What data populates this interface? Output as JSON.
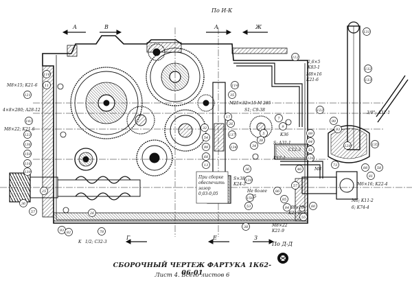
{
  "title": "СБОРОЧНЫЙ ЧЕРТЕЖ ФАРТУКА 1К62-06-01",
  "subtitle": "Лист 4. Всего листов 6",
  "section_labels": {
    "top_center": "По И-К",
    "bottom_center": "По Д-Д",
    "a_left": "А",
    "b_left": "В",
    "a_mid": "А",
    "zh": "Ж",
    "g": "Г",
    "e": "Е",
    "z": "З"
  },
  "left_dims": {
    "d1": "M8×15; K21-6",
    "d2": "4×8×280; A28-12",
    "d3": "M8×22; K21-6"
  },
  "right_dims": {
    "d1": "2,6×5",
    "d2": "K83-1",
    "d3": "M8×16",
    "d4": "K21-6",
    "d5": "3/8\"; A31-1",
    "d6": "M6×16; K22-4",
    "d7": "M6; K11-2",
    "d8": "6; K74-4",
    "d9": "M8×16",
    "d10": "K21-6",
    "d11": "M8×22",
    "d12": "K21-9",
    "d13": "M8"
  },
  "center_dims": {
    "d1": "M25×32×15 M 285",
    "d2": "S1; C9-38",
    "d3": "K17-1",
    "d4": "S; A31-1",
    "d5": "1/2; C32-3",
    "d6": "K",
    "d7": "S×38",
    "d8": "K24-3",
    "d9": "C12-3",
    "d10": "K36"
  },
  "notes": {
    "n1": "При сборке",
    "n2": "обеспечить",
    "n3": "зазор",
    "n4": "0,03-0,05",
    "n5": "Не более",
    "n6": "0,05"
  },
  "callouts": {
    "c112": "112",
    "c116": "116",
    "c11": "11",
    "c121": "121",
    "c141": "141",
    "c123": "123",
    "c136": "136",
    "c150": "150",
    "c116b": "116",
    "c139": "139",
    "c25": "25",
    "c57": "57",
    "c36": "36",
    "c93": "93",
    "c26": "26",
    "c78": "78",
    "c82": "82",
    "c17": "17",
    "c114": "114",
    "c35": "35",
    "c26b": "26",
    "c137": "137",
    "c32": "32",
    "c54": "54",
    "c99": "99",
    "c68": "68",
    "c13": "13",
    "c134": "134",
    "c132": "132",
    "c131": "131",
    "c133": "133",
    "c122": "122",
    "c90": "90",
    "c93b": "93",
    "c89": "89",
    "c84": "84",
    "c51": "51",
    "c126": "126",
    "c46": "46",
    "c73": "73",
    "c128": "128",
    "c135": "135",
    "c58": "58",
    "c7": "7",
    "c9": "9",
    "c5": "5",
    "c38": "38",
    "c34": "34",
    "c36b": "36",
    "c130": "130",
    "c158": "158",
    "c53": "53",
    "c88": "88",
    "c81": "81",
    "c57b": "57",
    "c86": "86",
    "c85": "85",
    "c84b": "84",
    "c55": "55",
    "c80": "80",
    "c38b": "38"
  }
}
